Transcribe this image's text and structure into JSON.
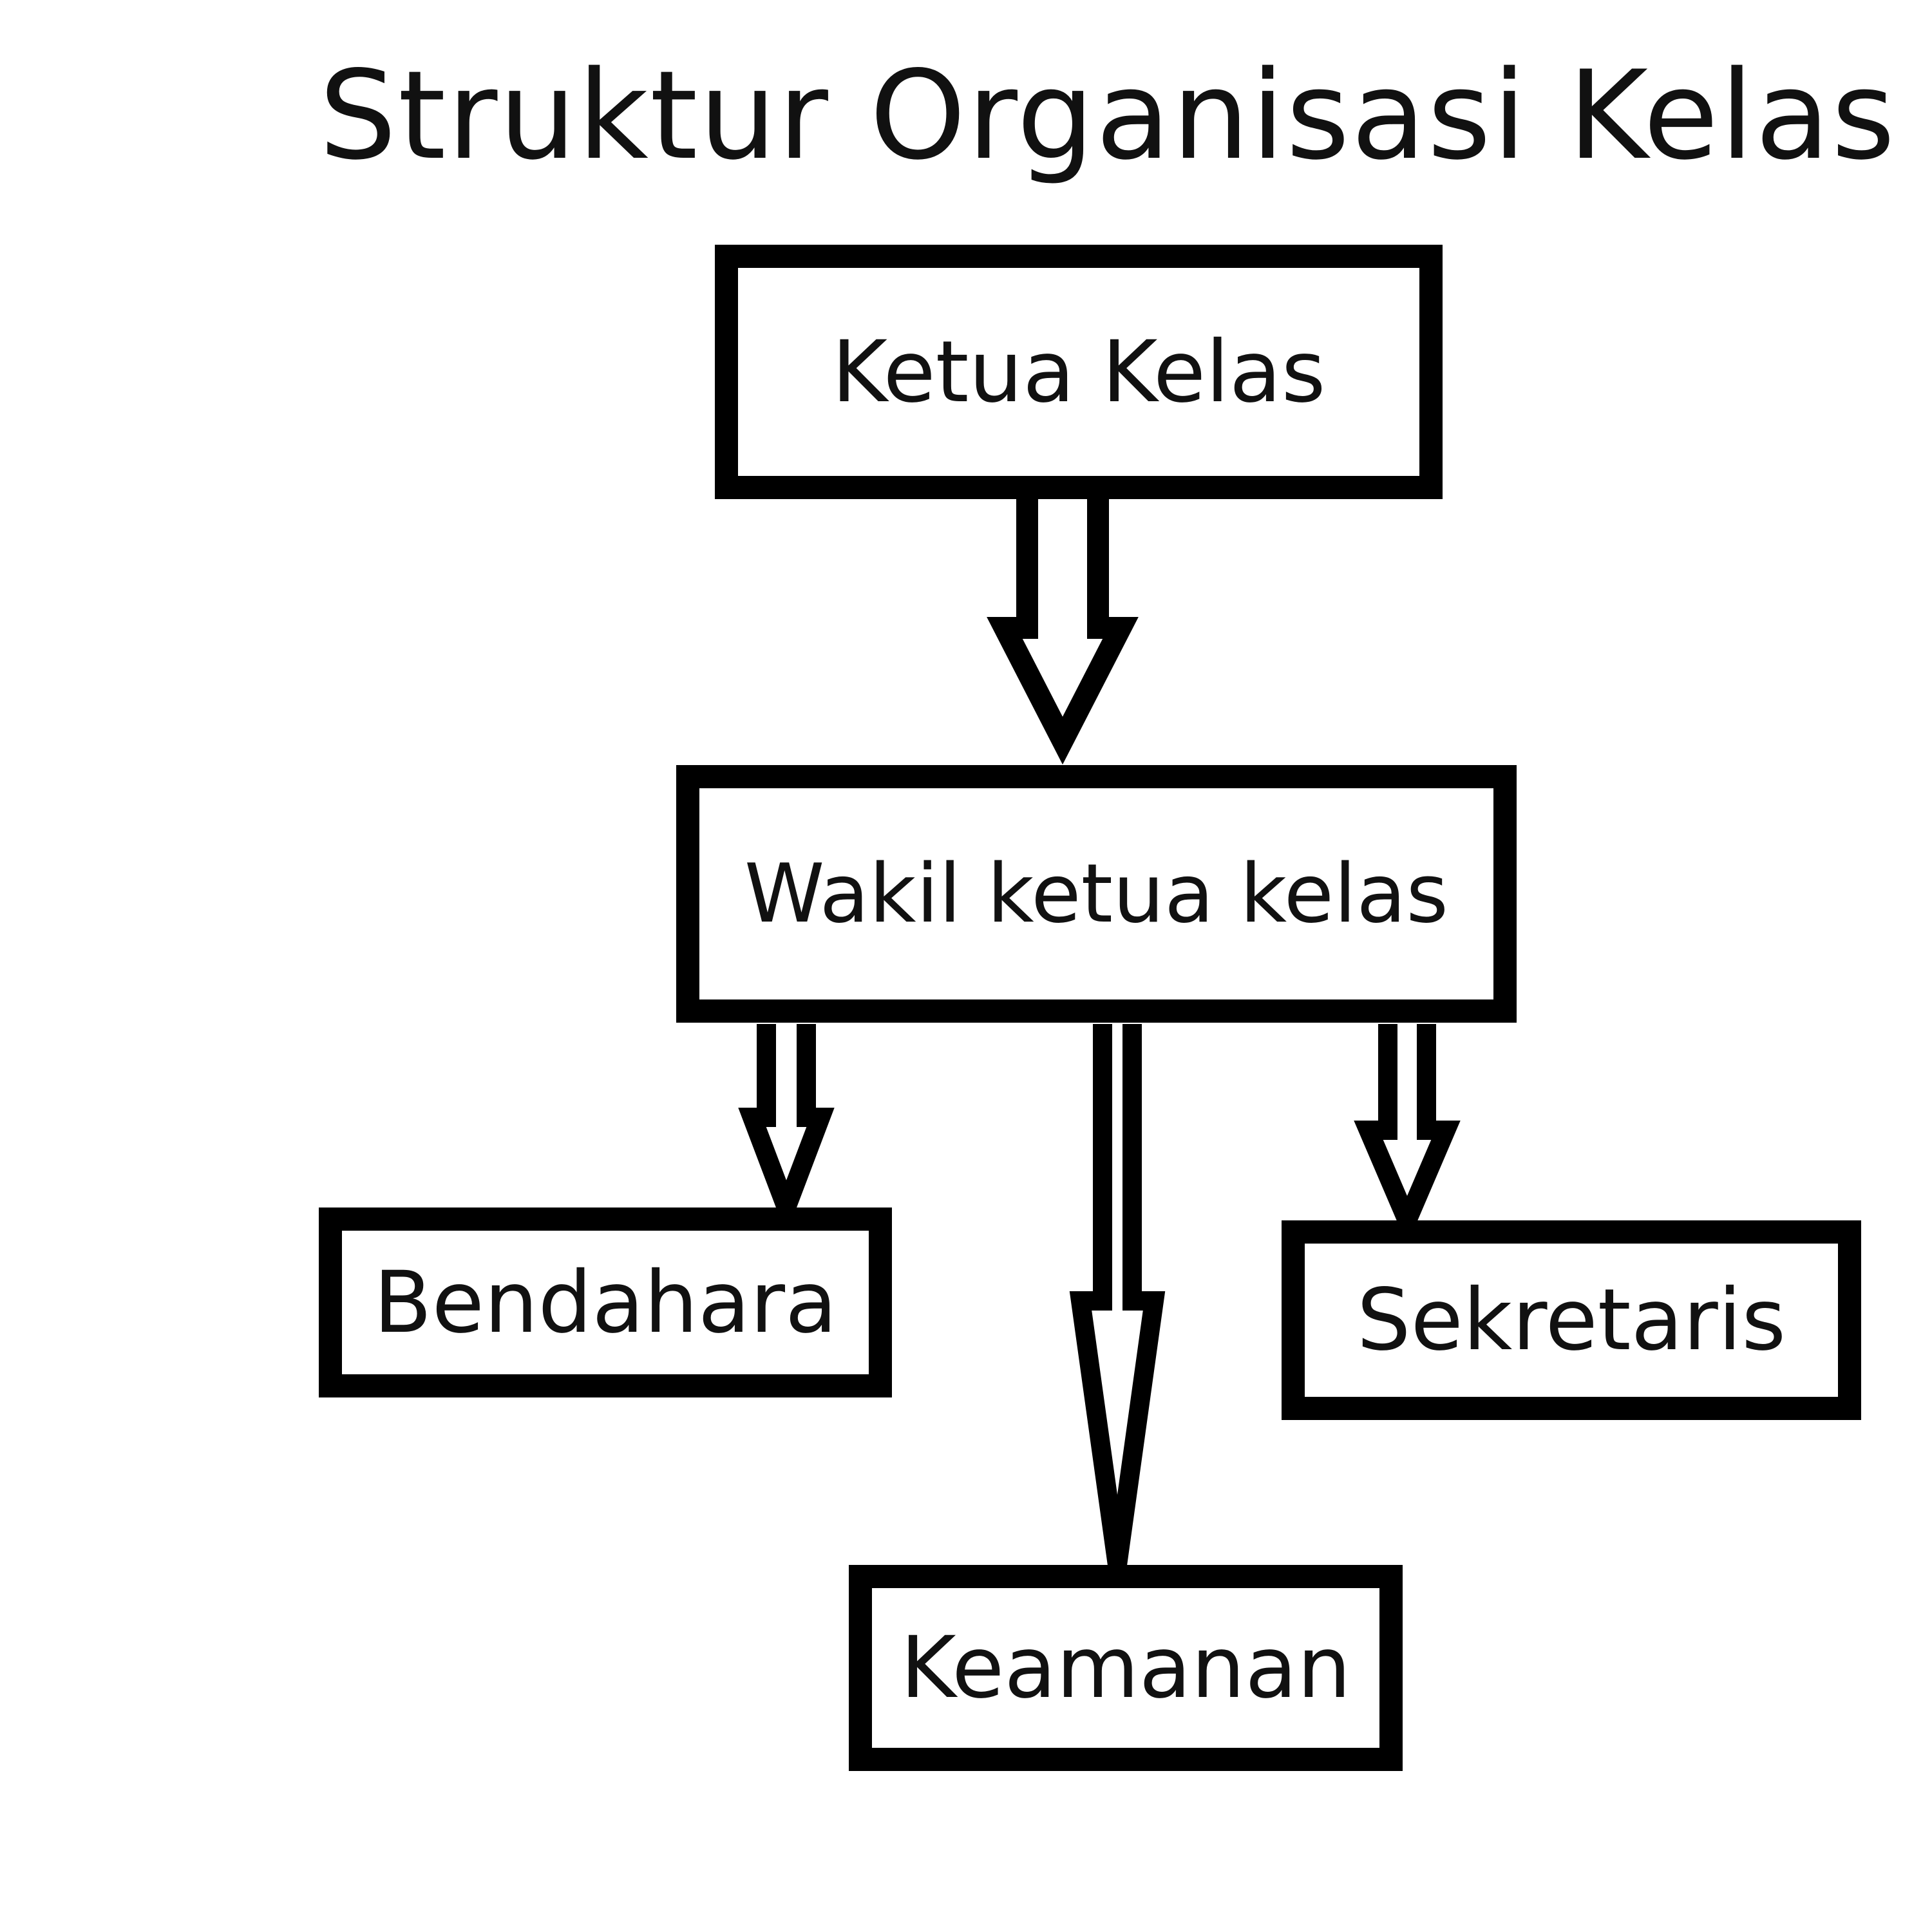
{
  "title": "Struktur Organisasi Kelas",
  "nodes": {
    "ketua": "Ketua Kelas",
    "wakil": "Wakil ketua kelas",
    "bendahara": "Bendahara",
    "sekretaris": "Sekretaris",
    "keamanan": "Keamanan"
  },
  "edges": [
    {
      "from": "ketua",
      "to": "wakil"
    },
    {
      "from": "wakil",
      "to": "bendahara"
    },
    {
      "from": "wakil",
      "to": "keamanan"
    },
    {
      "from": "wakil",
      "to": "sekretaris"
    }
  ],
  "colors": {
    "stroke": "#000000",
    "text": "#111111",
    "background": "#ffffff"
  }
}
